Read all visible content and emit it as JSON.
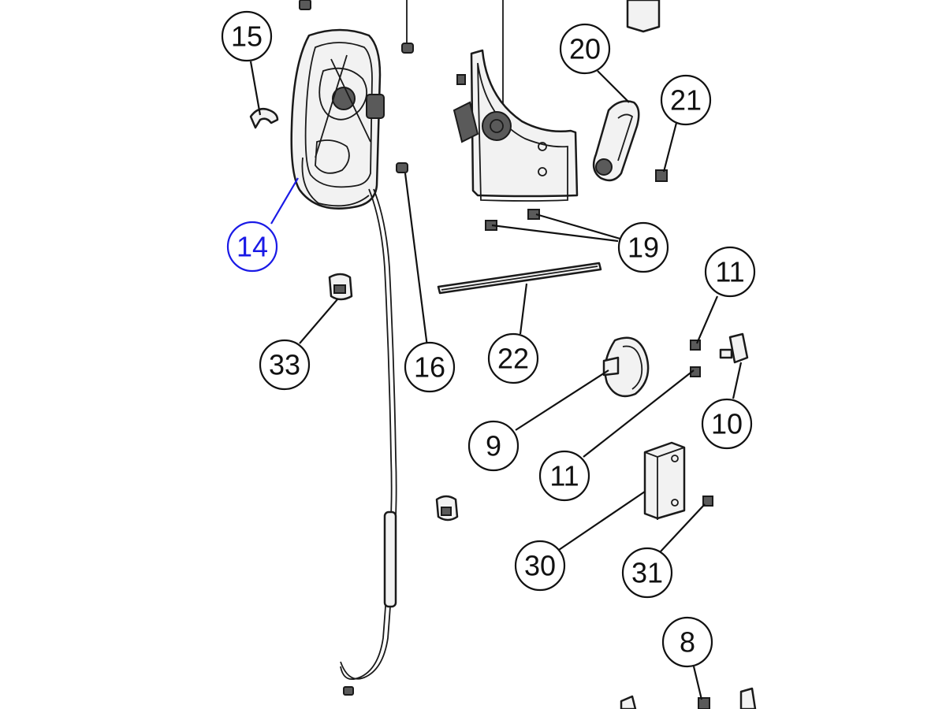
{
  "diagram": {
    "callouts": [
      {
        "id": "c15",
        "label": "15"
      },
      {
        "id": "c14",
        "label": "14",
        "highlighted": true
      },
      {
        "id": "c33",
        "label": "33"
      },
      {
        "id": "c16",
        "label": "16"
      },
      {
        "id": "c20",
        "label": "20"
      },
      {
        "id": "c21",
        "label": "21"
      },
      {
        "id": "c19",
        "label": "19"
      },
      {
        "id": "c22",
        "label": "22"
      },
      {
        "id": "c11a",
        "label": "11"
      },
      {
        "id": "c10",
        "label": "10"
      },
      {
        "id": "c9",
        "label": "9"
      },
      {
        "id": "c11b",
        "label": "11"
      },
      {
        "id": "c30",
        "label": "30"
      },
      {
        "id": "c31",
        "label": "31"
      },
      {
        "id": "c8",
        "label": "8"
      }
    ],
    "colors": {
      "line": "#111111",
      "highlight": "#1a1ae6",
      "background": "#ffffff"
    }
  }
}
